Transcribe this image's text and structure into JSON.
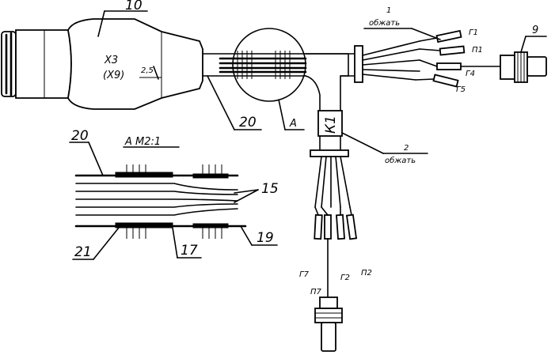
{
  "labels": {
    "item_10": "10",
    "connector_x3": "Х3",
    "connector_x9": "(Х9)",
    "dim_2_5": "2,5",
    "item_20_top": "20",
    "callout_a": "А",
    "note_1_num": "1",
    "note_1_text": "обжать",
    "g1": "Г1",
    "p1": "П1",
    "item_9": "9",
    "g4": "Г4",
    "g5": "Г5",
    "k1": "К1",
    "note_2_num": "2",
    "note_2_text": "обжать",
    "detail_title": "А  М2:1",
    "detail_20": "20",
    "detail_15": "15",
    "detail_19": "19",
    "detail_21": "21",
    "detail_17": "17",
    "g7": "Г7",
    "g2": "Г2",
    "p2": "П2",
    "p7": "П7"
  }
}
